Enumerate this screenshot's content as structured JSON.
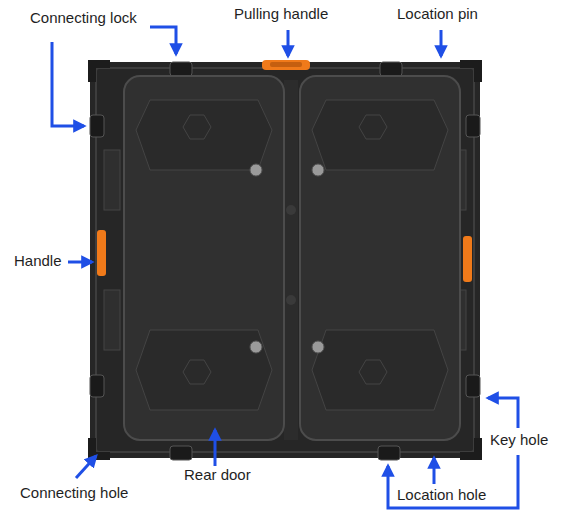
{
  "diagram": {
    "labels": [
      "Connecting lock",
      "Pulling handle",
      "Location pin",
      "Handle",
      "Key hole",
      "Rear door",
      "Connecting hole",
      "Location hole"
    ]
  }
}
